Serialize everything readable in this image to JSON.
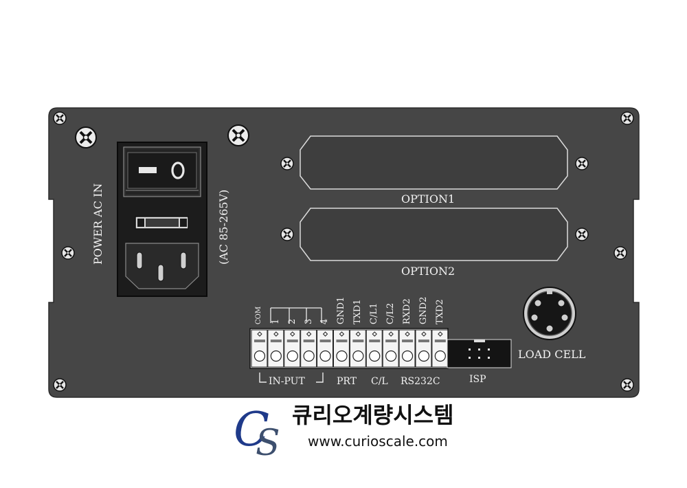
{
  "power": {
    "title": "POWER AC IN",
    "voltage": "(AC 85-265V)",
    "switch_off_symbol": "O",
    "switch_on_symbol": "I"
  },
  "option_slots": [
    {
      "label": "OPTION1"
    },
    {
      "label": "OPTION2"
    }
  ],
  "terminal": {
    "pins": [
      "COM",
      "1",
      "2",
      "3",
      "4",
      "GND1",
      "TXD1",
      "C/L1",
      "C/L2",
      "RXD2",
      "GND2",
      "TXD2"
    ],
    "groups": [
      {
        "label": "IN-PUT"
      },
      {
        "label": "PRT"
      },
      {
        "label": "C/L"
      },
      {
        "label": "RS232C"
      },
      {
        "label": "ISP"
      }
    ]
  },
  "load_cell": {
    "label": "LOAD CELL"
  },
  "brand": {
    "logo_letters": "CS",
    "name": "큐리오계량시스템",
    "url": "www.curioscale.com"
  },
  "colors": {
    "panel": "#464646",
    "panel_edge": "#2b2b2b",
    "label": "#f2f2f2",
    "logo_c": "#1f3a8a",
    "logo_s": "#3d4f6e"
  }
}
